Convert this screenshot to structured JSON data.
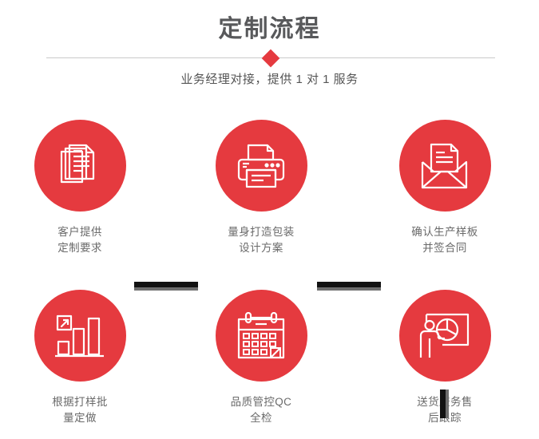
{
  "header": {
    "title": "定制流程",
    "subtitle": "业务经理对接，提供 1 对 1 服务",
    "divider_icon": "diamond-marker",
    "accent_color": "#e53a3f",
    "title_color": "#58595b",
    "divider_line_color": "#c9c9c9"
  },
  "steps": [
    {
      "index": "1",
      "icon": "documents-stack-icon",
      "label": "客户提供\n定制要求"
    },
    {
      "index": "2",
      "icon": "printer-icon",
      "label": "量身打造包装\n设计方案"
    },
    {
      "index": "3",
      "icon": "envelope-letter-icon",
      "label": "确认生产样板\n并签合同"
    },
    {
      "index": "4",
      "icon": "bar-chart-growth-icon",
      "label": "根据打样批\n量定做"
    },
    {
      "index": "5",
      "icon": "calendar-icon",
      "label": "品质管控QC\n全检"
    },
    {
      "index": "6",
      "icon": "presenter-pie-chart-icon",
      "label": "送货服务售\n后跟踪"
    }
  ],
  "connectors": {
    "dark_color": "#121212",
    "light_color": "#6e6e6e",
    "horizontal_count": 4,
    "vertical_count": 1
  }
}
